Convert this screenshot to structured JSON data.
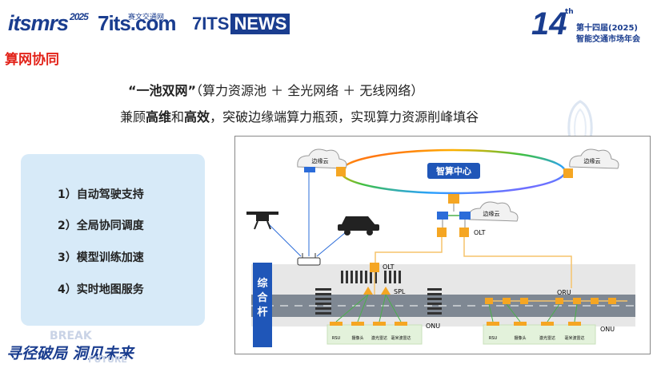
{
  "header": {
    "logo_itsmrs": "itsmrs",
    "logo_itsmrs_year": "2025",
    "logo_7its": "7its.com",
    "logo_7its_sub": "赛文交通网",
    "logo_news_prefix": "7ITS",
    "logo_news_box": "NEWS",
    "badge_number": "14",
    "badge_suffix": "th",
    "badge_line1": "第十四届(2025)",
    "badge_line2": "智能交通市场年会"
  },
  "page": {
    "title": "算网协同",
    "headline_bold": "“一池双网”",
    "headline_rest": "（算力资源池 ＋ 全光网络 ＋ 无线网络）",
    "sub_prefix": "兼顾",
    "sub_bold1": "高维",
    "sub_mid": "和",
    "sub_bold2": "高效",
    "sub_rest": "，突破边缘端算力瓶颈，实现算力资源削峰填谷"
  },
  "features": [
    "1）自动驾驶支持",
    "2）全局协同调度",
    "3）模型训练加速",
    "4）实时地图服务"
  ],
  "diagram": {
    "center_label": "智算中心",
    "cloud_label": "边缘云",
    "pole_label": "综合杆",
    "olt_label": "OLT",
    "spl_label": "SPL",
    "onu_label": "ONU",
    "oru_label": "ORU",
    "device_labels": [
      "RSU",
      "摄像头",
      "激光雷达",
      "毫米波雷达"
    ]
  },
  "footer": {
    "slogan": "寻径破局  洞见未来",
    "break_text": "BREAK",
    "future_text": "FUTURE"
  },
  "colors": {
    "brand_blue": "#1a3d8f",
    "title_red": "#e2231a",
    "panel_blue": "#d7eaf8",
    "device_orange": "#f5a623",
    "link_blue": "#2b6cd9"
  }
}
